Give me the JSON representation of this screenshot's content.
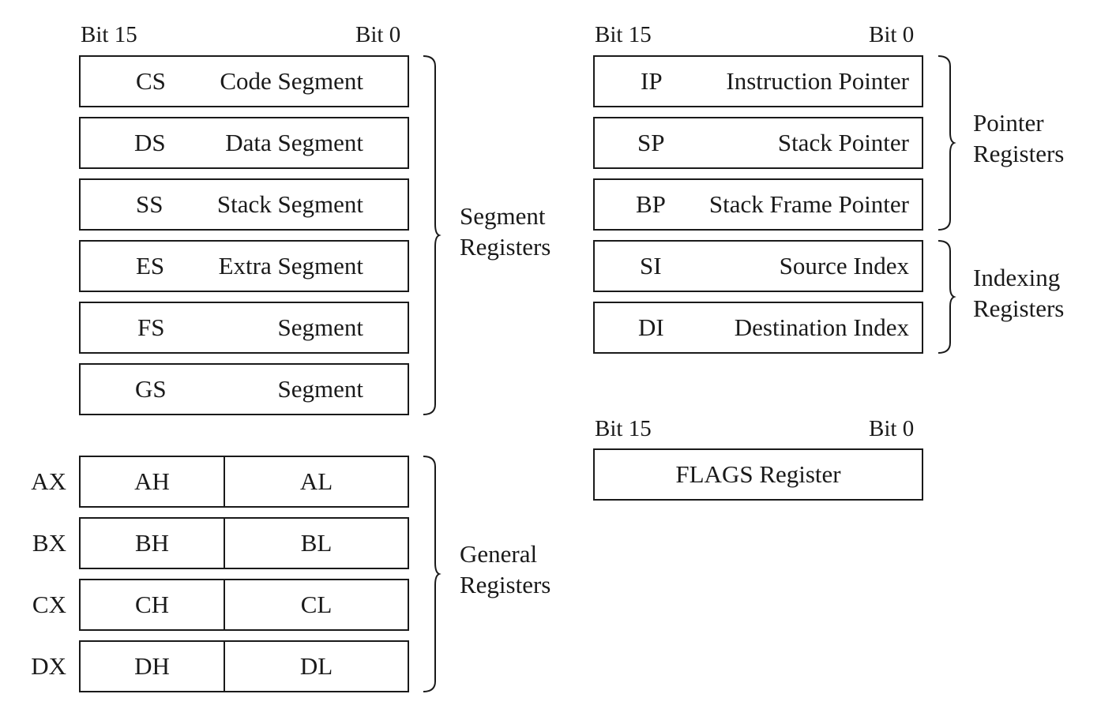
{
  "bit_labels": {
    "high": "Bit 15",
    "low": "Bit 0"
  },
  "segment_registers": {
    "group_label": [
      "Segment",
      "Registers"
    ],
    "rows": [
      {
        "abbr": "CS",
        "name": "Code Segment"
      },
      {
        "abbr": "DS",
        "name": "Data Segment"
      },
      {
        "abbr": "SS",
        "name": "Stack Segment"
      },
      {
        "abbr": "ES",
        "name": "Extra Segment"
      },
      {
        "abbr": "FS",
        "name": "Segment"
      },
      {
        "abbr": "GS",
        "name": "Segment"
      }
    ]
  },
  "general_registers": {
    "group_label": [
      "General",
      "Registers"
    ],
    "rows": [
      {
        "full": "AX",
        "high": "AH",
        "low": "AL"
      },
      {
        "full": "BX",
        "high": "BH",
        "low": "BL"
      },
      {
        "full": "CX",
        "high": "CH",
        "low": "CL"
      },
      {
        "full": "DX",
        "high": "DH",
        "low": "DL"
      }
    ]
  },
  "pointer_registers": {
    "group_label": [
      "Pointer",
      "Registers"
    ],
    "rows": [
      {
        "abbr": "IP",
        "name": "Instruction Pointer"
      },
      {
        "abbr": "SP",
        "name": "Stack Pointer"
      },
      {
        "abbr": "BP",
        "name": "Stack Frame Pointer"
      }
    ]
  },
  "indexing_registers": {
    "group_label": [
      "Indexing",
      "Registers"
    ],
    "rows": [
      {
        "abbr": "SI",
        "name": "Source Index"
      },
      {
        "abbr": "DI",
        "name": "Destination Index"
      }
    ]
  },
  "flags_register": {
    "label": "FLAGS Register"
  }
}
